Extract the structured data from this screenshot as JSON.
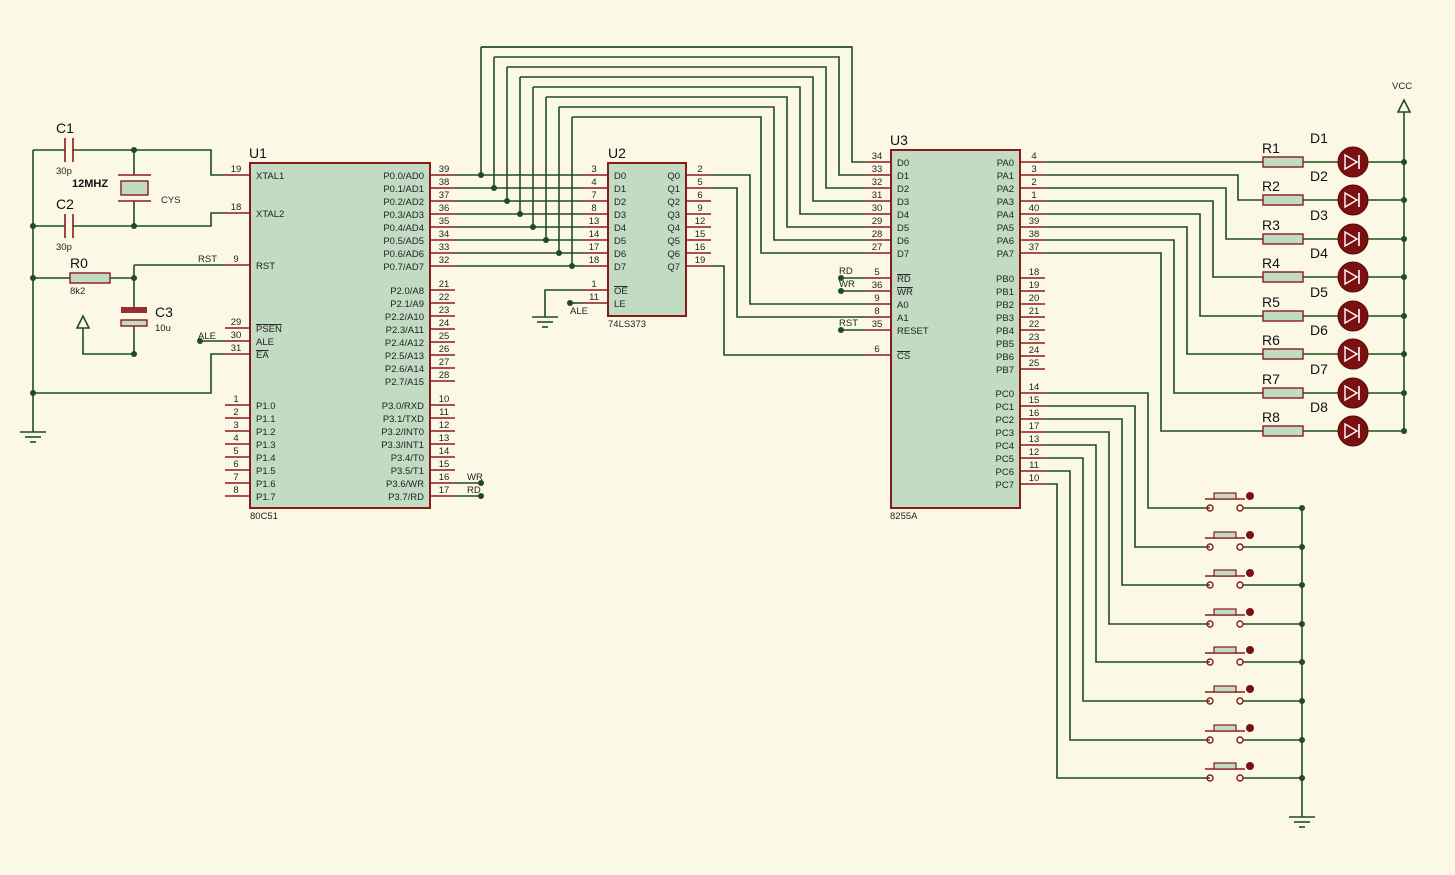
{
  "u1": {
    "ref": "U1",
    "part": "80C51",
    "left_pins": [
      {
        "num": "19",
        "name": "XTAL1"
      },
      {
        "num": "18",
        "name": "XTAL2"
      },
      {
        "num": "9",
        "name": "RST"
      },
      {
        "num": "29",
        "name": "PSEN"
      },
      {
        "num": "30",
        "name": "ALE"
      },
      {
        "num": "31",
        "name": "EA"
      },
      {
        "num": "1",
        "name": "P1.0"
      },
      {
        "num": "2",
        "name": "P1.1"
      },
      {
        "num": "3",
        "name": "P1.2"
      },
      {
        "num": "4",
        "name": "P1.3"
      },
      {
        "num": "5",
        "name": "P1.4"
      },
      {
        "num": "6",
        "name": "P1.5"
      },
      {
        "num": "7",
        "name": "P1.6"
      },
      {
        "num": "8",
        "name": "P1.7"
      }
    ],
    "right_pins": [
      {
        "num": "39",
        "name": "P0.0/AD0"
      },
      {
        "num": "38",
        "name": "P0.1/AD1"
      },
      {
        "num": "37",
        "name": "P0.2/AD2"
      },
      {
        "num": "36",
        "name": "P0.3/AD3"
      },
      {
        "num": "35",
        "name": "P0.4/AD4"
      },
      {
        "num": "34",
        "name": "P0.5/AD5"
      },
      {
        "num": "33",
        "name": "P0.6/AD6"
      },
      {
        "num": "32",
        "name": "P0.7/AD7"
      },
      {
        "num": "21",
        "name": "P2.0/A8"
      },
      {
        "num": "22",
        "name": "P2.1/A9"
      },
      {
        "num": "23",
        "name": "P2.2/A10"
      },
      {
        "num": "24",
        "name": "P2.3/A11"
      },
      {
        "num": "25",
        "name": "P2.4/A12"
      },
      {
        "num": "26",
        "name": "P2.5/A13"
      },
      {
        "num": "27",
        "name": "P2.6/A14"
      },
      {
        "num": "28",
        "name": "P2.7/A15"
      },
      {
        "num": "10",
        "name": "P3.0/RXD"
      },
      {
        "num": "11",
        "name": "P3.1/TXD"
      },
      {
        "num": "12",
        "name": "P3.2/INT0"
      },
      {
        "num": "13",
        "name": "P3.3/INT1"
      },
      {
        "num": "14",
        "name": "P3.4/T0"
      },
      {
        "num": "15",
        "name": "P3.5/T1"
      },
      {
        "num": "16",
        "name": "P3.6/WR"
      },
      {
        "num": "17",
        "name": "P3.7/RD"
      }
    ],
    "net_labels": {
      "rst": "RST",
      "ale": "ALE",
      "wr": "WR",
      "rd": "RD"
    }
  },
  "u2": {
    "ref": "U2",
    "part": "74LS373",
    "left_pins": [
      {
        "num": "3",
        "name": "D0"
      },
      {
        "num": "4",
        "name": "D1"
      },
      {
        "num": "7",
        "name": "D2"
      },
      {
        "num": "8",
        "name": "D3"
      },
      {
        "num": "13",
        "name": "D4"
      },
      {
        "num": "14",
        "name": "D5"
      },
      {
        "num": "17",
        "name": "D6"
      },
      {
        "num": "18",
        "name": "D7"
      },
      {
        "num": "1",
        "name": "OE"
      },
      {
        "num": "11",
        "name": "LE"
      }
    ],
    "right_pins": [
      {
        "num": "2",
        "name": "Q0"
      },
      {
        "num": "5",
        "name": "Q1"
      },
      {
        "num": "6",
        "name": "Q2"
      },
      {
        "num": "9",
        "name": "Q3"
      },
      {
        "num": "12",
        "name": "Q4"
      },
      {
        "num": "15",
        "name": "Q5"
      },
      {
        "num": "16",
        "name": "Q6"
      },
      {
        "num": "19",
        "name": "Q7"
      }
    ],
    "net_labels": {
      "ale": "ALE"
    }
  },
  "u3": {
    "ref": "U3",
    "part": "8255A",
    "left_pins": [
      {
        "num": "34",
        "name": "D0"
      },
      {
        "num": "33",
        "name": "D1"
      },
      {
        "num": "32",
        "name": "D2"
      },
      {
        "num": "31",
        "name": "D3"
      },
      {
        "num": "30",
        "name": "D4"
      },
      {
        "num": "29",
        "name": "D5"
      },
      {
        "num": "28",
        "name": "D6"
      },
      {
        "num": "27",
        "name": "D7"
      },
      {
        "num": "5",
        "name": "RD"
      },
      {
        "num": "36",
        "name": "WR"
      },
      {
        "num": "9",
        "name": "A0"
      },
      {
        "num": "8",
        "name": "A1"
      },
      {
        "num": "35",
        "name": "RESET"
      },
      {
        "num": "6",
        "name": "CS"
      }
    ],
    "right_pins": [
      {
        "num": "4",
        "name": "PA0"
      },
      {
        "num": "3",
        "name": "PA1"
      },
      {
        "num": "2",
        "name": "PA2"
      },
      {
        "num": "1",
        "name": "PA3"
      },
      {
        "num": "40",
        "name": "PA4"
      },
      {
        "num": "39",
        "name": "PA5"
      },
      {
        "num": "38",
        "name": "PA6"
      },
      {
        "num": "37",
        "name": "PA7"
      },
      {
        "num": "18",
        "name": "PB0"
      },
      {
        "num": "19",
        "name": "PB1"
      },
      {
        "num": "20",
        "name": "PB2"
      },
      {
        "num": "21",
        "name": "PB3"
      },
      {
        "num": "22",
        "name": "PB4"
      },
      {
        "num": "23",
        "name": "PB5"
      },
      {
        "num": "24",
        "name": "PB6"
      },
      {
        "num": "25",
        "name": "PB7"
      },
      {
        "num": "14",
        "name": "PC0"
      },
      {
        "num": "15",
        "name": "PC1"
      },
      {
        "num": "16",
        "name": "PC2"
      },
      {
        "num": "17",
        "name": "PC3"
      },
      {
        "num": "13",
        "name": "PC4"
      },
      {
        "num": "12",
        "name": "PC5"
      },
      {
        "num": "11",
        "name": "PC6"
      },
      {
        "num": "10",
        "name": "PC7"
      }
    ],
    "net_labels": {
      "rd": "RD",
      "wr": "WR",
      "rst": "RST"
    }
  },
  "passives": {
    "c1": {
      "ref": "C1",
      "value": "30p"
    },
    "c2": {
      "ref": "C2",
      "value": "30p"
    },
    "crystal": {
      "ref": "CYS",
      "value": "12MHZ"
    },
    "r0": {
      "ref": "R0",
      "value": "8k2"
    },
    "c3": {
      "ref": "C3",
      "value": "10u"
    }
  },
  "resistors": [
    "R1",
    "R2",
    "R3",
    "R4",
    "R5",
    "R6",
    "R7",
    "R8"
  ],
  "leds": [
    "D1",
    "D2",
    "D3",
    "D4",
    "D5",
    "D6",
    "D7",
    "D8"
  ],
  "power": {
    "vcc": "VCC"
  },
  "colors": {
    "background": "#fcf8e6",
    "chip_fill": "#c2dcc4",
    "outline": "#8b1a1a",
    "wire": "#1f4d1f",
    "led": "#7a1010"
  }
}
